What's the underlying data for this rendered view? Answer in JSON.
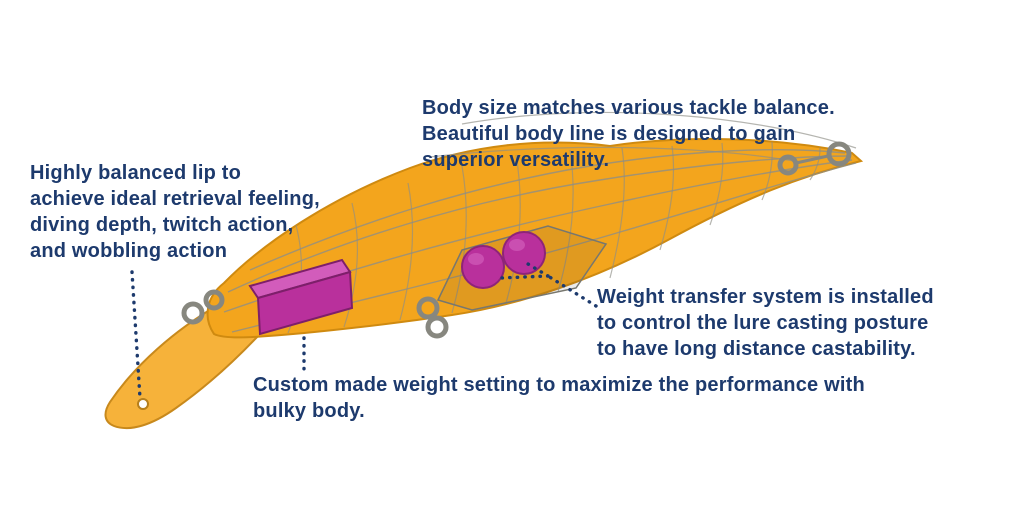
{
  "colors": {
    "text": "#1d3a6d",
    "lure-body": "#f3a51d",
    "lure-body-dark": "#cf8a10",
    "lip": "#f6b23a",
    "weight": "#b9309c",
    "weight-light": "#d25cbb",
    "hardware": "#87877f",
    "mesh": "#8e8e86",
    "background": "#ffffff"
  },
  "annotations": {
    "lip": {
      "lines": [
        "Highly balanced lip to",
        "achieve ideal retrieval feeling,",
        "diving depth, twitch action,",
        "and wobbling action"
      ]
    },
    "body": {
      "lines": [
        "Body size matches various tackle balance.",
        "Beautiful body line is designed to gain",
        "superior versatility."
      ]
    },
    "weight_transfer": {
      "lines": [
        "Weight transfer system is installed",
        "to control the lure casting posture",
        "to have long distance castability."
      ]
    },
    "custom_weight": {
      "lines": [
        "Custom made weight setting to maximize the performance with",
        "bulky body."
      ]
    }
  }
}
